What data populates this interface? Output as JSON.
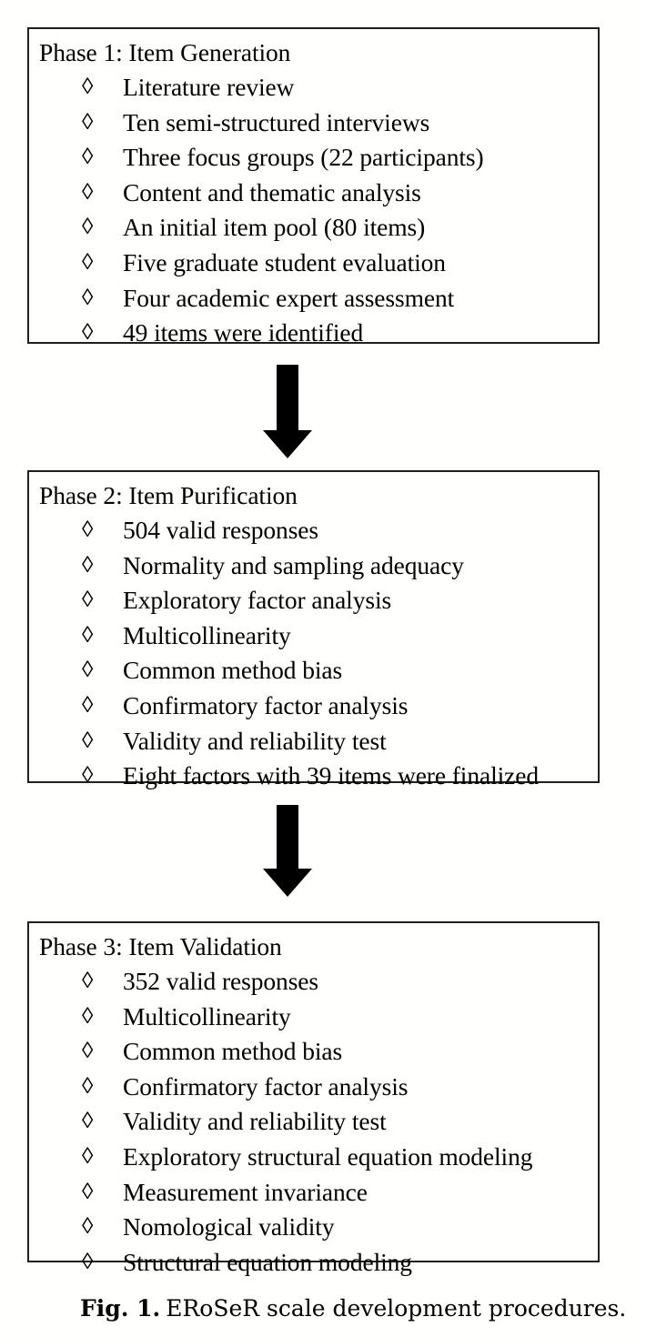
{
  "figure": {
    "caption_prefix": "Fig. 1.",
    "caption_text": "ERoSeR scale development procedures.",
    "bullet_glyph": "◊",
    "colors": {
      "background": "#fffffd",
      "border": "#221f1f",
      "text": "#000000",
      "arrow": "#000000"
    }
  },
  "phases": [
    {
      "title": "Phase 1: Item Generation",
      "items": [
        "Literature review",
        "Ten semi-structured interviews",
        "Three focus groups (22 participants)",
        "Content and thematic analysis",
        "An initial item pool (80 items)",
        "Five graduate student evaluation",
        "Four academic expert assessment",
        "49 items were identified"
      ]
    },
    {
      "title": "Phase 2: Item Purification",
      "items": [
        "504 valid responses",
        "Normality and sampling adequacy",
        "Exploratory factor analysis",
        "Multicollinearity",
        "Common method bias",
        "Confirmatory factor analysis",
        "Validity and reliability test",
        "Eight factors with 39 items were finalized"
      ]
    },
    {
      "title": "Phase 3: Item Validation",
      "items": [
        "352 valid responses",
        "Multicollinearity",
        "Common method bias",
        "Confirmatory factor analysis",
        "Validity and reliability test",
        "Exploratory structural equation modeling",
        "Measurement invariance",
        "Nomological validity",
        "Structural equation modeling"
      ]
    }
  ],
  "arrows": [
    {
      "name": "phase-1-to-phase-2"
    },
    {
      "name": "phase-2-to-phase-3"
    }
  ]
}
